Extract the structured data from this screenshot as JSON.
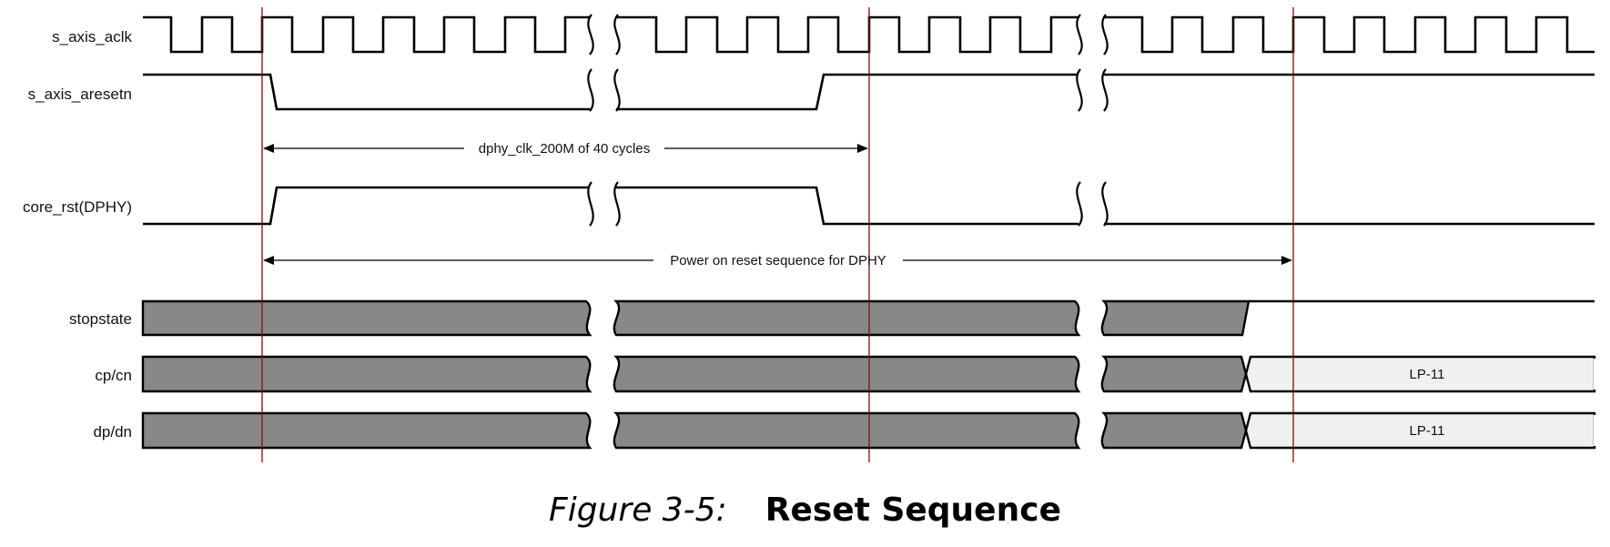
{
  "figure": {
    "number_label": "Figure 3-5:",
    "title": "Reset Sequence"
  },
  "colors": {
    "wave": "#000000",
    "marker": "#7a0f0f",
    "bus_unknown_fill": "#888888",
    "bus_valid_fill": "#f0f0f0",
    "text": "#111111"
  },
  "signals": [
    {
      "id": "s_axis_aclk",
      "label": "s_axis_aclk",
      "type": "clock"
    },
    {
      "id": "s_axis_aresetn",
      "label": "s_axis_aresetn",
      "type": "level",
      "description": "High, falls just after marker 1, stays low through gap, rises one clock before marker 2"
    },
    {
      "id": "core_rst",
      "label": "core_rst(DPHY)",
      "type": "level",
      "description": "Low, rises just after marker 1, stays high through gap, falls one clock before marker 2"
    },
    {
      "id": "stopstate",
      "label": "stopstate",
      "type": "bus",
      "description": "Unknown (grey) until shortly before marker 3, then goes high"
    },
    {
      "id": "cp_cn",
      "label": "cp/cn",
      "type": "bus",
      "final_state_label": "LP-11"
    },
    {
      "id": "dp_dn",
      "label": "dp/dn",
      "type": "bus",
      "final_state_label": "LP-11"
    }
  ],
  "markers": [
    "marker-1",
    "marker-2",
    "marker-3"
  ],
  "annotations": [
    {
      "id": "clk40",
      "text": "dphy_clk_200M of 40 cycles",
      "from_marker": 1,
      "to_marker": 2
    },
    {
      "id": "por",
      "text": "Power on reset sequence for DPHY",
      "from_marker": 1,
      "to_marker": 3
    }
  ],
  "time_breaks": 2
}
